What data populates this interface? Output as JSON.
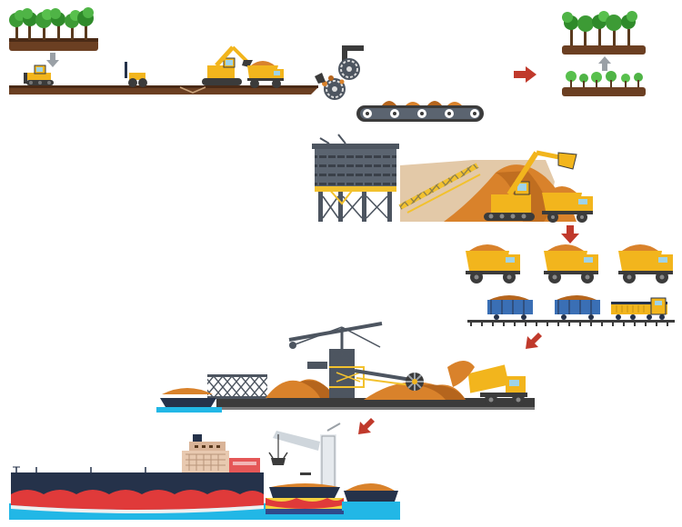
{
  "diagram": {
    "type": "mining-process-flow",
    "stages": [
      "land-clearing",
      "ore-extraction",
      "ore-crushing",
      "processing-plant-stockpile",
      "truck-and-rail-haulage",
      "port-stockyard-reclaimer",
      "ship-loading",
      "site-rehabilitation"
    ],
    "text_labels": []
  },
  "colors": {
    "machine_yellow": "#f2b51d",
    "machine_dark": "#3b3b3b",
    "ore": "#d9822b",
    "ore_dark": "#b5651d",
    "soil": "#6b3f22",
    "tree_green": "#3d9b35",
    "trunk": "#5a3a1e",
    "arrow_red": "#c0392b",
    "arrow_grey": "#9aa0a6",
    "sea_blue": "#22b7e6",
    "plant_steel": "#4d5560",
    "conveyor_yellow": "#f2c12e",
    "ship_red": "#e03a3a",
    "ship_navy": "#25324a",
    "barge_yellow": "#f4d03f",
    "train_blue": "#3a6fb5",
    "sand": "#e3c9a8"
  },
  "icons": [
    "tree-icon",
    "bulldozer-icon",
    "roller-icon",
    "excavator-icon",
    "dump-truck-icon",
    "crusher-icon",
    "conveyor-icon",
    "flow-arrow-icon",
    "processing-plant-icon",
    "locomotive-icon",
    "ore-wagon-icon",
    "stacker-reclaimer-icon",
    "bucket-wheel-icon",
    "bulk-carrier-ship-icon",
    "crane-icon",
    "barge-icon"
  ]
}
